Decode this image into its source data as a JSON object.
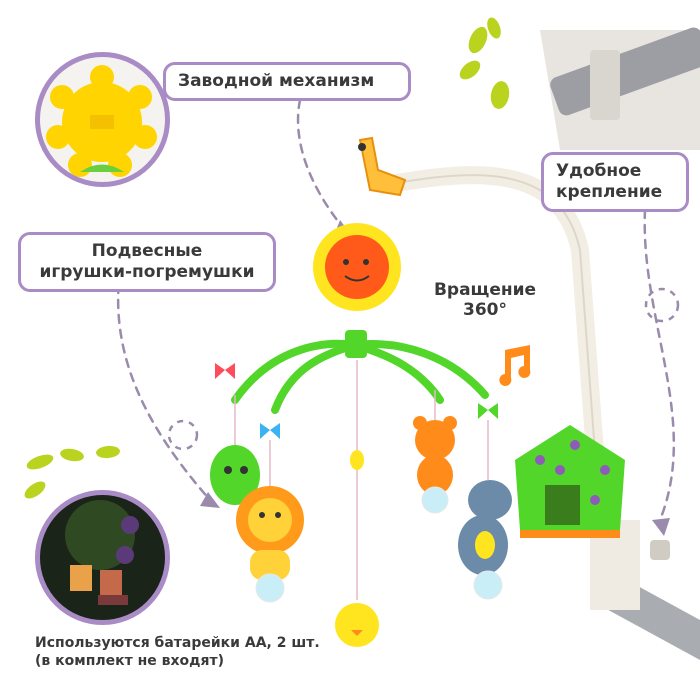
{
  "labels": {
    "winding": "Заводной механизм",
    "mount_line1": "Удобное",
    "mount_line2": "крепление",
    "toys_line1": "Подвесные",
    "toys_line2": "игрушки-погремушки",
    "rotation_line1": "Вращение",
    "rotation_line2": "360°",
    "battery_line1": "Используются батарейки АА, 2 шт.",
    "battery_line2": "(в комплект не входят)"
  },
  "colors": {
    "accent": "#a98bc5",
    "leaf": "#b9d31e",
    "green": "#52d62a",
    "orange": "#ff8c1a",
    "yellow": "#ffe51f"
  }
}
